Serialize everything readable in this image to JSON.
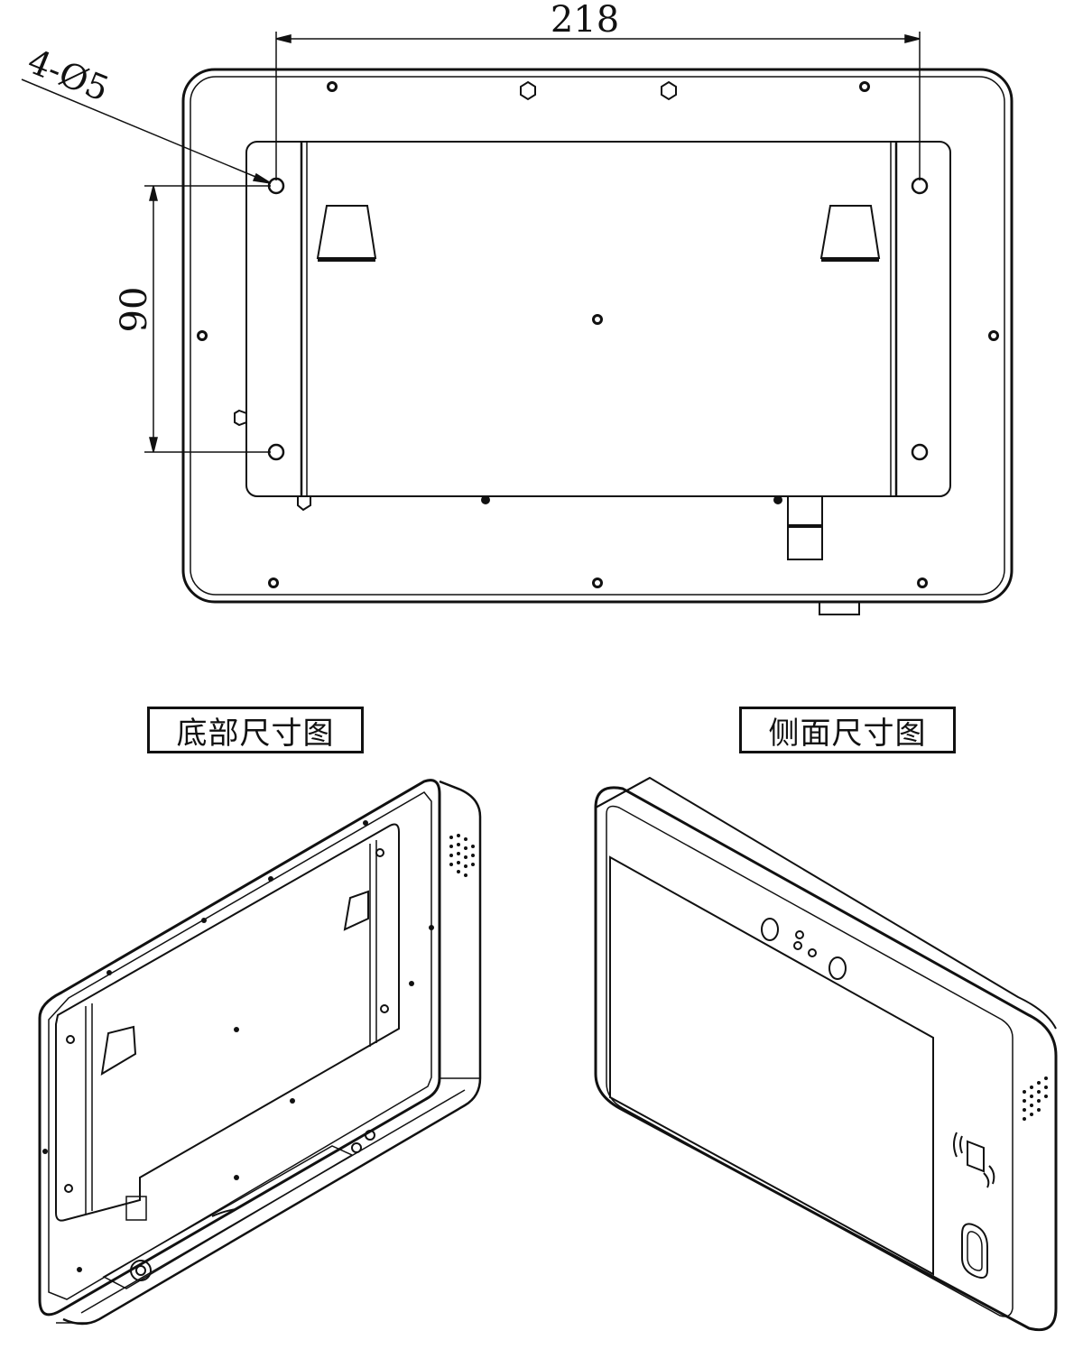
{
  "dimensions": {
    "width_value": "218",
    "height_value": "90",
    "hole_spec": "4-Ø5"
  },
  "labels": {
    "bottom_view": "底部尺寸图",
    "side_view": "侧面尺寸图"
  },
  "colors": {
    "line": "#111111",
    "background": "#ffffff"
  }
}
